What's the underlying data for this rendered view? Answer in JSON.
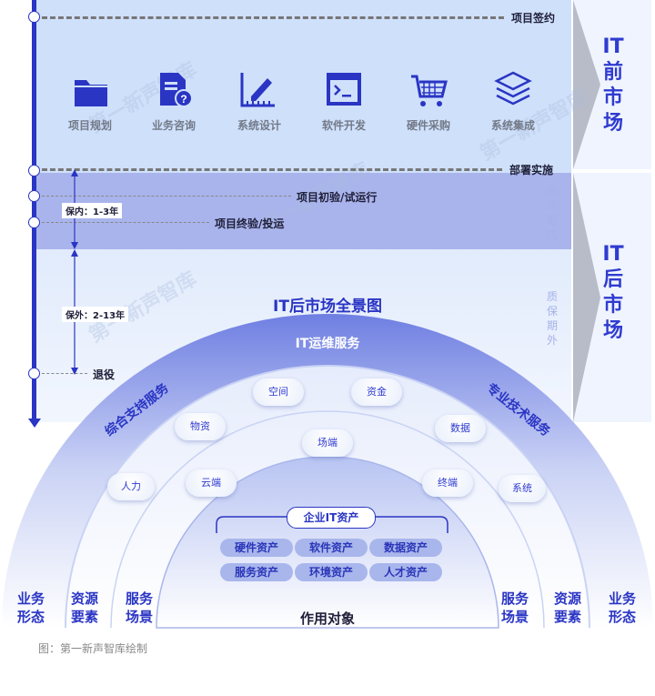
{
  "timeline": {
    "milestones": {
      "contract": "项目签约",
      "deploy": "部署实施",
      "initial_acceptance": "项目初验/试运行",
      "final_acceptance": "项目终验/投运",
      "retire": "退役"
    },
    "warranty_in": "保内：1-3年",
    "warranty_out": "保外：2-13年"
  },
  "front_market": {
    "title": "IT前市场",
    "icons": [
      {
        "label": "项目规划",
        "icon": "folder-icon"
      },
      {
        "label": "业务咨询",
        "icon": "document-question-icon"
      },
      {
        "label": "系统设计",
        "icon": "design-ruler-pencil-icon"
      },
      {
        "label": "软件开发",
        "icon": "terminal-window-icon"
      },
      {
        "label": "硬件采购",
        "icon": "shopping-cart-icon"
      },
      {
        "label": "系统集成",
        "icon": "layers-stack-icon"
      }
    ]
  },
  "after_market": {
    "title": "IT后市场",
    "in_warranty": "质保期内",
    "out_warranty": "质保期外"
  },
  "panorama": {
    "title": "IT后市场全景图",
    "outer_top": "IT运维服务",
    "outer_left": "综合支持服务",
    "outer_right": "专业技术服务",
    "pills": {
      "space": "空间",
      "funds": "资金",
      "material": "物资",
      "data": "数据",
      "scene": "场端",
      "manpower": "人力",
      "cloud": "云端",
      "terminal": "终端",
      "system": "系统"
    },
    "assets_title": "企业IT资产",
    "assets": [
      "硬件资产",
      "软件资产",
      "数据资产",
      "服务资产",
      "环境资产",
      "人才资产"
    ],
    "object_label": "作用对象",
    "left_labels": [
      "业务形态",
      "资源要素",
      "服务场景"
    ],
    "right_labels": [
      "服务场景",
      "资源要素",
      "业务形态"
    ]
  },
  "caption": "图：第一新声智库绘制",
  "watermark": "第一新声智库",
  "colors": {
    "primary": "#2a35c4",
    "front_band": "#cfe0fb",
    "warranty_band": "#a9b4ec"
  }
}
